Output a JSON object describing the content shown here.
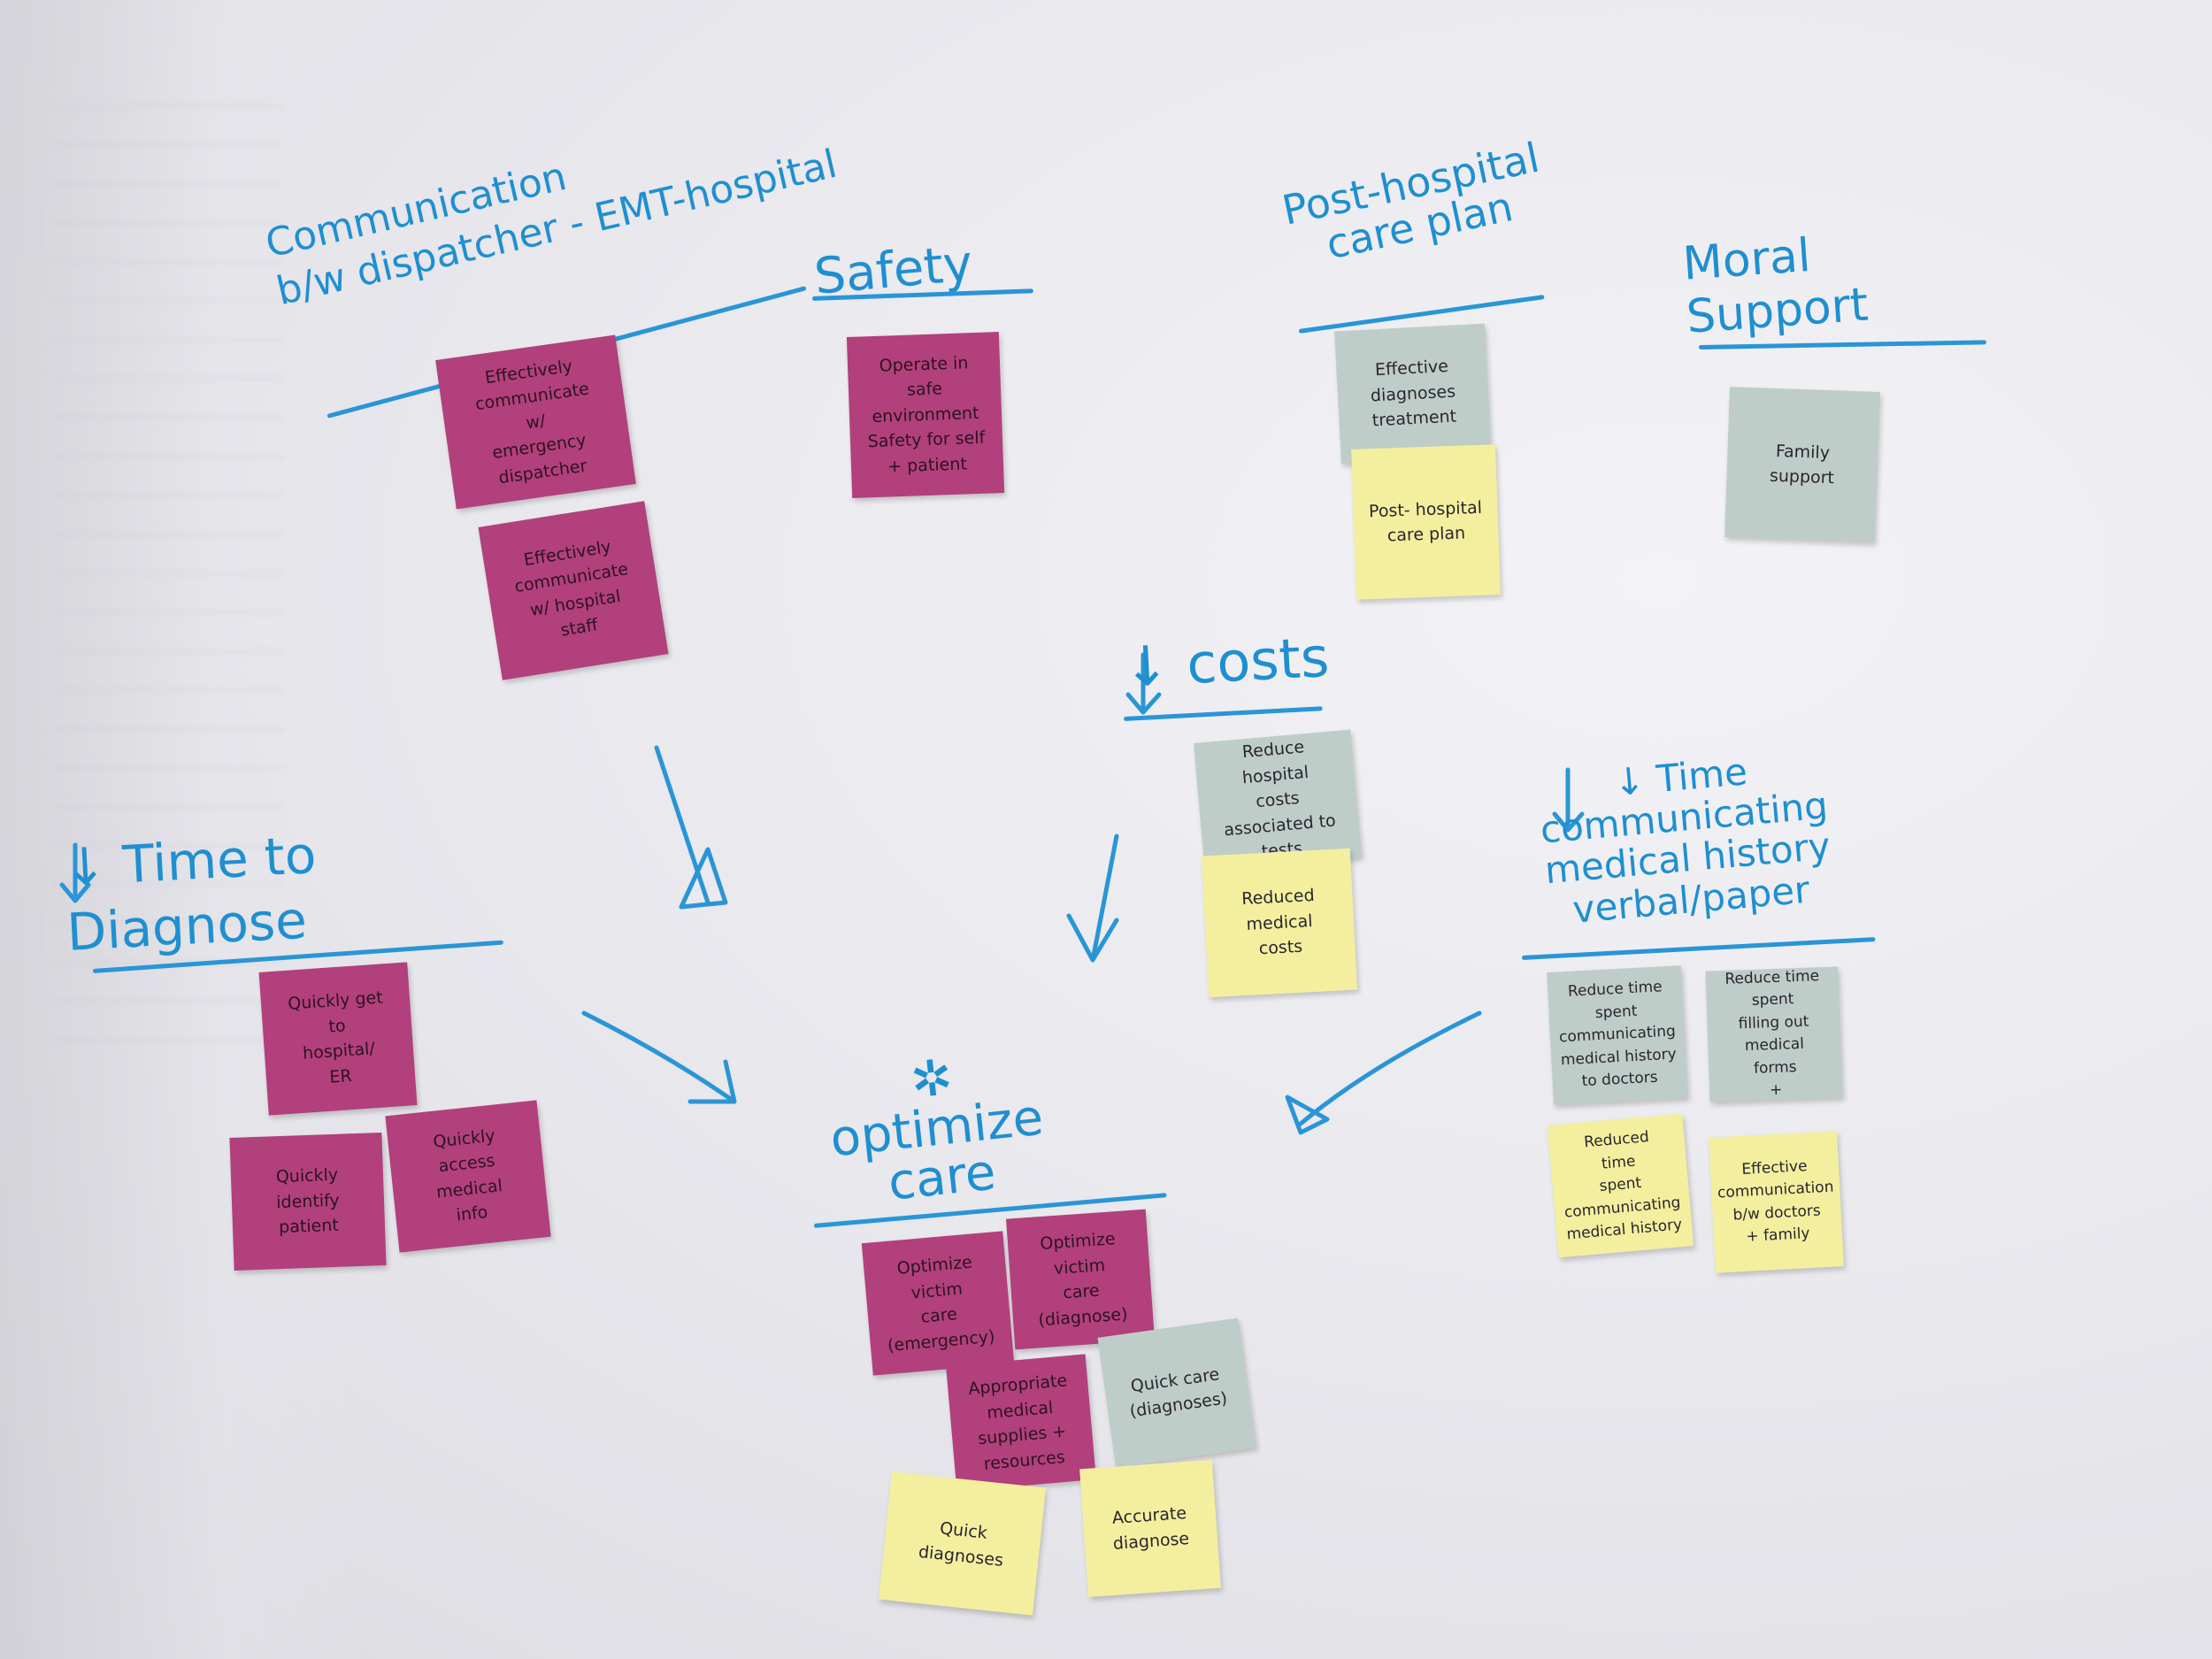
{
  "headings": {
    "communication": "Communication\nb/w dispatcher - EMT-hospital",
    "safety": "Safety",
    "post_hospital": "Post-hospital\ncare plan",
    "moral_support": "Moral\nSupport",
    "costs": "↓ costs",
    "time_diagnose": "↓ Time to\nDiagnose",
    "time_communicating": "↓ Time\ncommunicating\nmedical history\nverbal/paper",
    "optimize_care": "✲\noptimize\ncare"
  },
  "notes": {
    "comm_1": "Effectively\ncommunicate\nw/\nemergency\ndispatcher",
    "comm_2": "Effectively\ncommunicate\nw/ hospital\nstaff",
    "safety_1": "Operate in\nsafe\nenvironment\nSafety for self\n+ patient",
    "post_1": "Effective\ndiagnoses\ntreatment",
    "post_2": "Post- hospital\ncare plan",
    "moral_1": "Family\nsupport",
    "costs_1": "Reduce hospital\ncosts\nassociated to\ntests",
    "costs_2": "Reduced\nmedical\ncosts",
    "diag_1": "Quickly get\nto\nhospital/\nER",
    "diag_2": "Quickly identify\npatient",
    "diag_3": "Quickly access\nmedical\ninfo",
    "time_1": "Reduce time\nspent\ncommunicating\nmedical history\nto doctors",
    "time_2": "Reduce time\nspent\nfilling out\nmedical forms\n+",
    "time_3": "Reduced\ntime\nspent\ncommunicating\nmedical history",
    "time_4": "Effective\ncommunication\nb/w doctors\n+ family",
    "opt_1": "Optimize\nvictim\ncare\n(emergency)",
    "opt_2": "Optimize\nvictim\ncare\n(diagnose)",
    "opt_3": "Appropriate\nmedical\nsupplies +\nresources",
    "opt_4": "Quick care\n(diagnoses)",
    "opt_5": "Quick\ndiagnoses",
    "opt_6": "Accurate\ndiagnose"
  },
  "colors": {
    "marker": "#1f8fd0",
    "pink_note": "#b2407c",
    "yellow_note": "#f3ef9e",
    "gray_note": "#bfcdc8"
  }
}
